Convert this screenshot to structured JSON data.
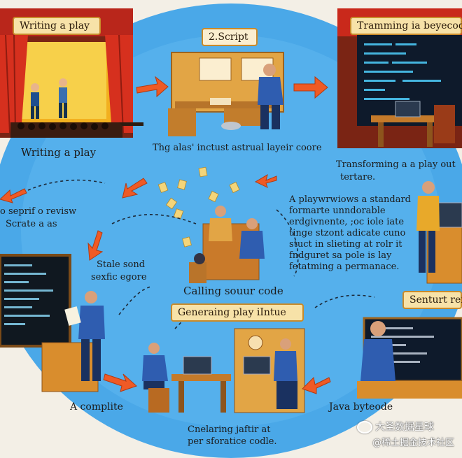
{
  "labels": {
    "panel1_banner": "Writing a play",
    "panel1_caption": "Writing a play",
    "panel2_banner": "2.Script",
    "panel2_caption": "Thg alas' inctust astrual layeir coore",
    "panel3_banner": "Tramming ia beyecode",
    "panel3_caption": "Transforming a a play out",
    "panel3_caption2": "tertare.",
    "left_line1": "o seprif o revisw",
    "left_line2": "Scrate a as",
    "mid_left_line1": "Stale sond",
    "mid_left_line2": "sexfic egore",
    "center_caption": "Calling souur code",
    "right_paragraph": [
      "A playwrwiows a standard",
      "formarte unndorable",
      "erdgivnente, ;oc iole iate",
      "tinge stzont adicate cuno",
      "stuct in slieting at rolr it",
      "fndguret sa pole is lay",
      "fetatming a permanace."
    ],
    "bottom_center_banner": "Generaing play iIntue",
    "bottom_right_banner": "Senturt reiev",
    "bottom_left_caption": "A complite",
    "bottom_right_caption": "Java byteode",
    "footer_line1": "Cnelaring jaftir at",
    "footer_line2": "per sforatice codle."
  },
  "watermark": {
    "line1": "大圣数据星球",
    "line2": "@稀土掘金技术社区"
  },
  "colors": {
    "sky": "#4aa8e8",
    "curtain": "#cc2a1c",
    "wood": "#d9902e",
    "banner": "#f7e2a8",
    "arrow": "#ef5a25"
  }
}
